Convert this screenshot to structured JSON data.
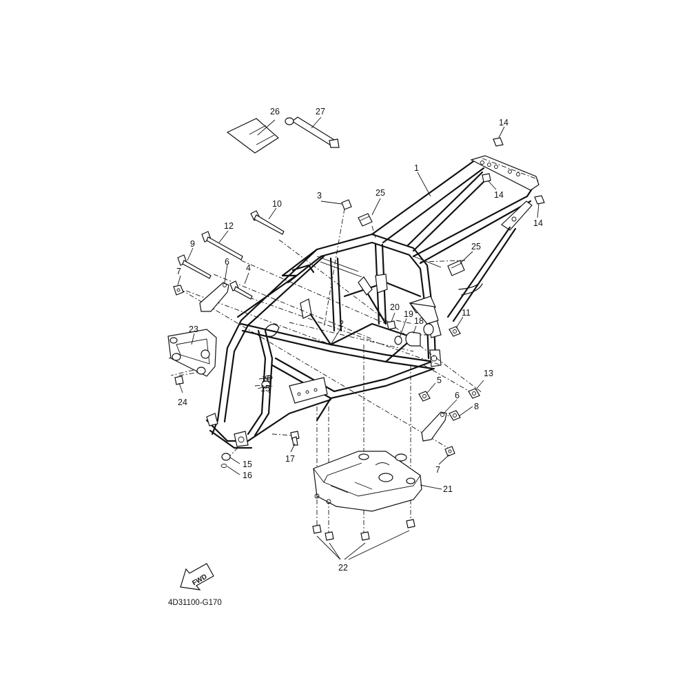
{
  "diagram_code": "4D31100-G170",
  "fwd_label": "FWD",
  "callouts": [
    {
      "id": "c1",
      "text": "1"
    },
    {
      "id": "c2",
      "text": "2"
    },
    {
      "id": "c3",
      "text": "3"
    },
    {
      "id": "c4",
      "text": "4"
    },
    {
      "id": "c5",
      "text": "5"
    },
    {
      "id": "c6a",
      "text": "6"
    },
    {
      "id": "c6b",
      "text": "6"
    },
    {
      "id": "c7a",
      "text": "7"
    },
    {
      "id": "c7b",
      "text": "7"
    },
    {
      "id": "c8",
      "text": "8"
    },
    {
      "id": "c9",
      "text": "9"
    },
    {
      "id": "c10",
      "text": "10"
    },
    {
      "id": "c11",
      "text": "11"
    },
    {
      "id": "c12",
      "text": "12"
    },
    {
      "id": "c13",
      "text": "13"
    },
    {
      "id": "c14a",
      "text": "14"
    },
    {
      "id": "c14b",
      "text": "14"
    },
    {
      "id": "c14c",
      "text": "14"
    },
    {
      "id": "c15a",
      "text": "15"
    },
    {
      "id": "c15b",
      "text": "15"
    },
    {
      "id": "c16a",
      "text": "16"
    },
    {
      "id": "c16b",
      "text": "16"
    },
    {
      "id": "c17",
      "text": "17"
    },
    {
      "id": "c18",
      "text": "18"
    },
    {
      "id": "c19",
      "text": "19"
    },
    {
      "id": "c20",
      "text": "20"
    },
    {
      "id": "c21",
      "text": "21"
    },
    {
      "id": "c22",
      "text": "22"
    },
    {
      "id": "c23",
      "text": "23"
    },
    {
      "id": "c24",
      "text": "24"
    },
    {
      "id": "c25a",
      "text": "25"
    },
    {
      "id": "c25b",
      "text": "25"
    },
    {
      "id": "c26",
      "text": "26"
    },
    {
      "id": "c27",
      "text": "27"
    }
  ]
}
